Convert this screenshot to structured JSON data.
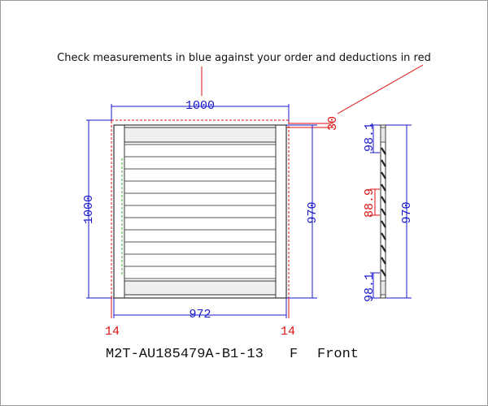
{
  "note": "Check measurements in blue against your order and deductions in red",
  "colors": {
    "blue": "#1a1acc",
    "red": "#dd1111",
    "outline": "#333333",
    "slat": "#555555"
  },
  "front": {
    "width": "1000",
    "height": "1000",
    "inner_width": "972",
    "inner_height": "970",
    "deduction_left": "14",
    "deduction_right": "14",
    "deduction_top": "30"
  },
  "side": {
    "top_rail": "98.1",
    "louvre_pitch": "88.9",
    "bottom_rail": "98.1",
    "height": "970"
  },
  "label": {
    "code": "M2T-AU185479A-B1-13",
    "face": "F",
    "view": "Front"
  }
}
